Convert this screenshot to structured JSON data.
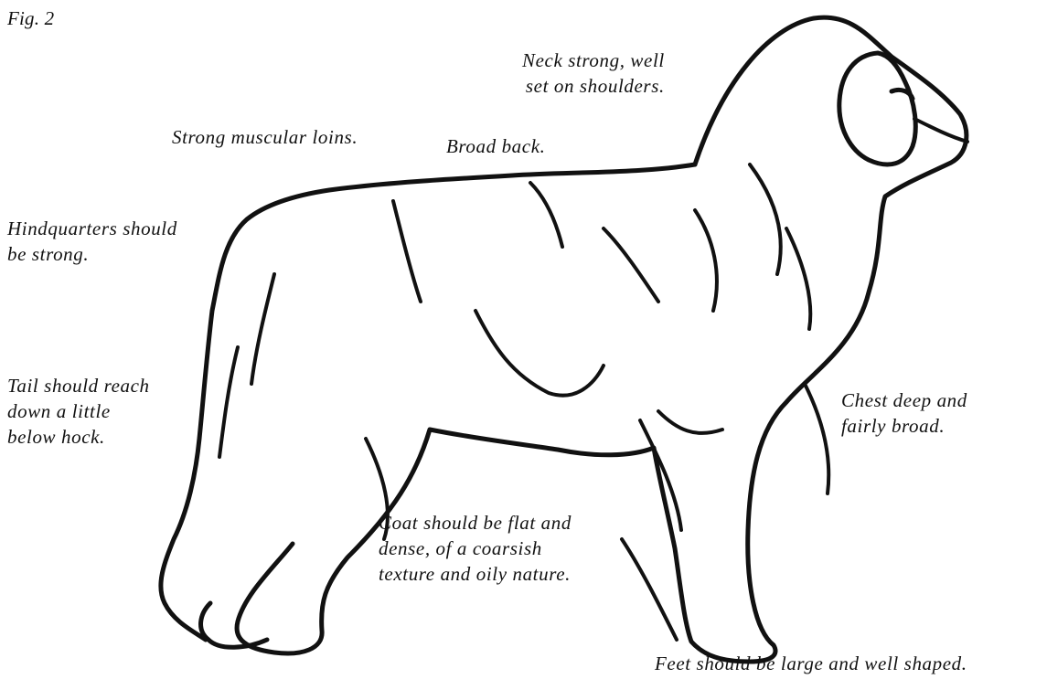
{
  "figure": {
    "label": "Fig. 2"
  },
  "annotations": {
    "neck": [
      "Neck strong, well",
      "set on shoulders."
    ],
    "loins": "Strong muscular loins.",
    "back": "Broad back.",
    "hindquarters": [
      "Hindquarters should",
      "be strong."
    ],
    "tail": [
      "Tail should reach",
      "down a little",
      "below hock."
    ],
    "chest": [
      "Chest deep and",
      "fairly broad."
    ],
    "coat": [
      "Coat should be flat and",
      "dense, of a coarsish",
      "texture and oily nature."
    ],
    "feet": "Feet should be large and well shaped."
  },
  "colors": {
    "ink": "#111111",
    "background": "#ffffff"
  }
}
